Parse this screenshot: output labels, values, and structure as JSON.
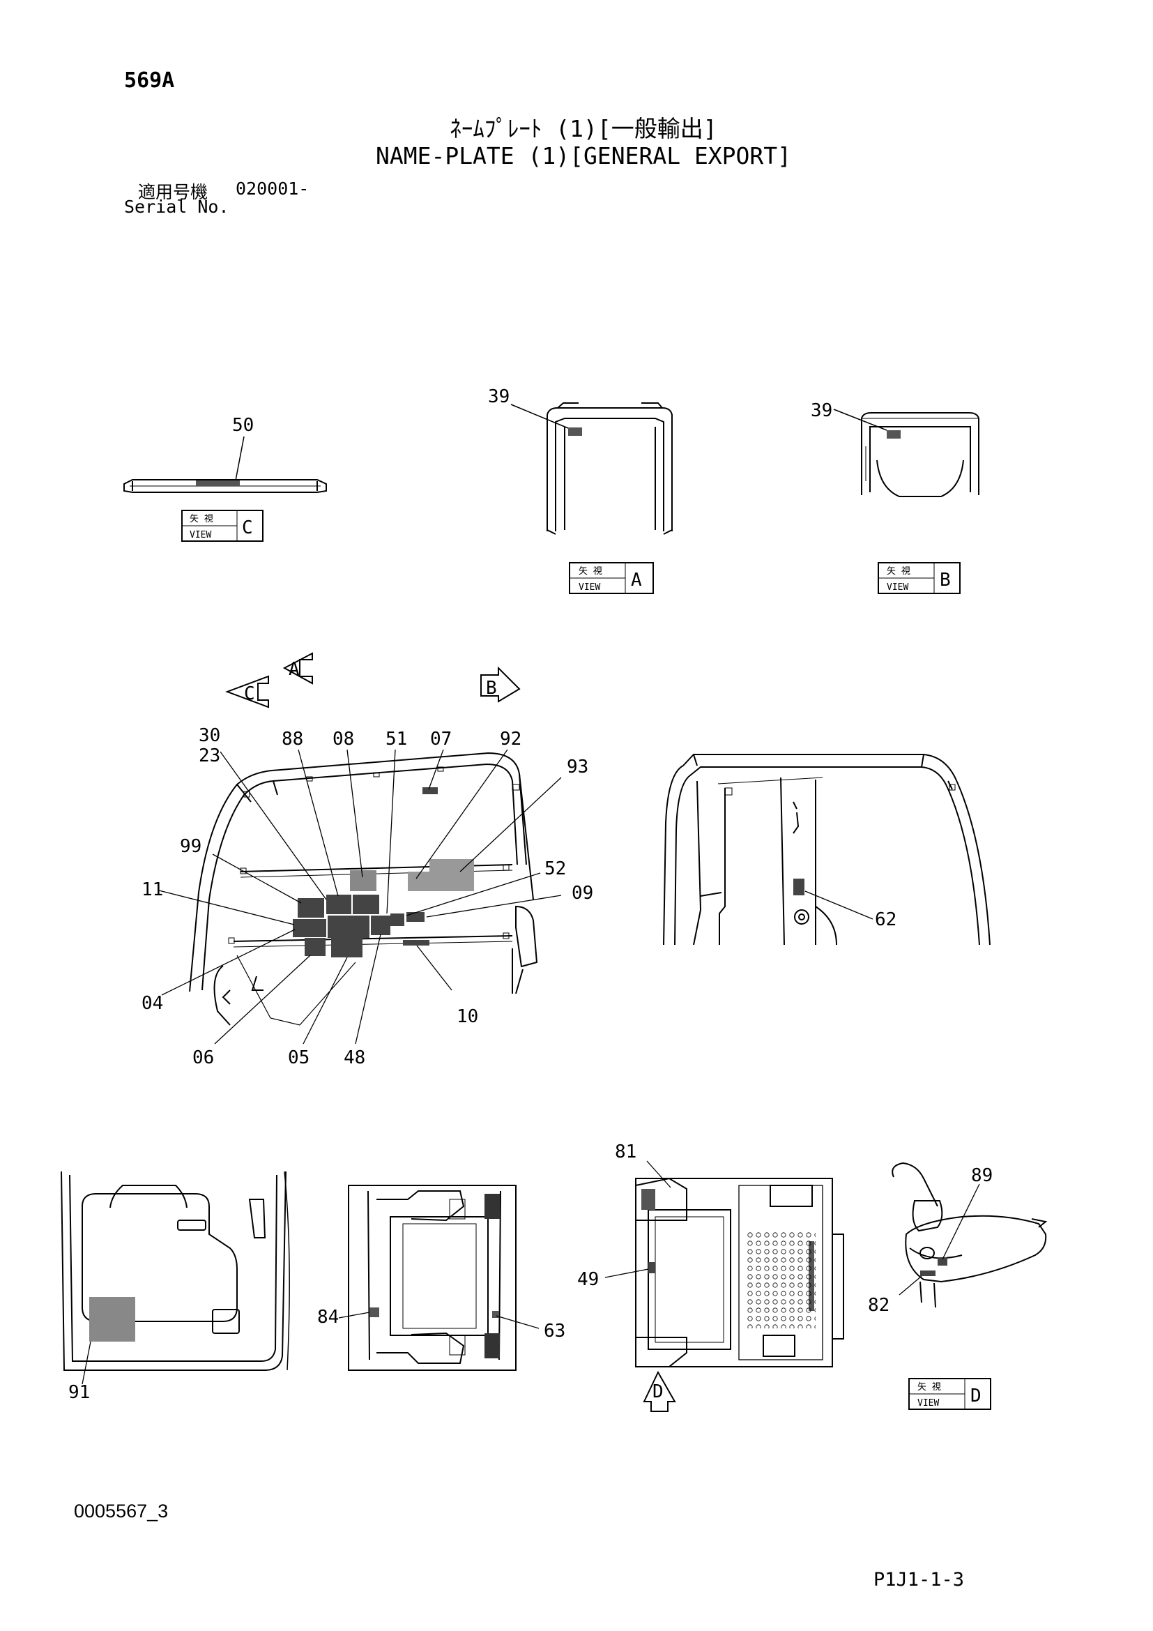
{
  "header": {
    "page_code": "569A",
    "title_jp": "ﾈｰﾑﾌﾟﾚｰﾄ (1)[一般輸出]",
    "title_en": "NAME-PLATE (1)[GENERAL EXPORT]",
    "serial_label_jp": "適用号機",
    "serial_value": "020001-",
    "serial_label_en": "Serial No."
  },
  "views": {
    "jp": "矢 視",
    "en": "VIEW",
    "a": "A",
    "b": "B",
    "c": "C",
    "d": "D"
  },
  "callouts": {
    "c50": "50",
    "c39a": "39",
    "c39b": "39",
    "c30": "30",
    "c23": "23",
    "c88": "88",
    "c08": "08",
    "c51": "51",
    "c07": "07",
    "c92": "92",
    "c93": "93",
    "c99": "99",
    "c11": "11",
    "c52": "52",
    "c09": "09",
    "c04": "04",
    "c10": "10",
    "c06": "06",
    "c05": "05",
    "c48": "48",
    "c62": "62",
    "c81": "81",
    "c89": "89",
    "c49": "49",
    "c84": "84",
    "c63": "63",
    "c82": "82",
    "c91": "91"
  },
  "footer": {
    "doc_id": "0005567_3",
    "page_ref": "P1J1-1-3"
  }
}
